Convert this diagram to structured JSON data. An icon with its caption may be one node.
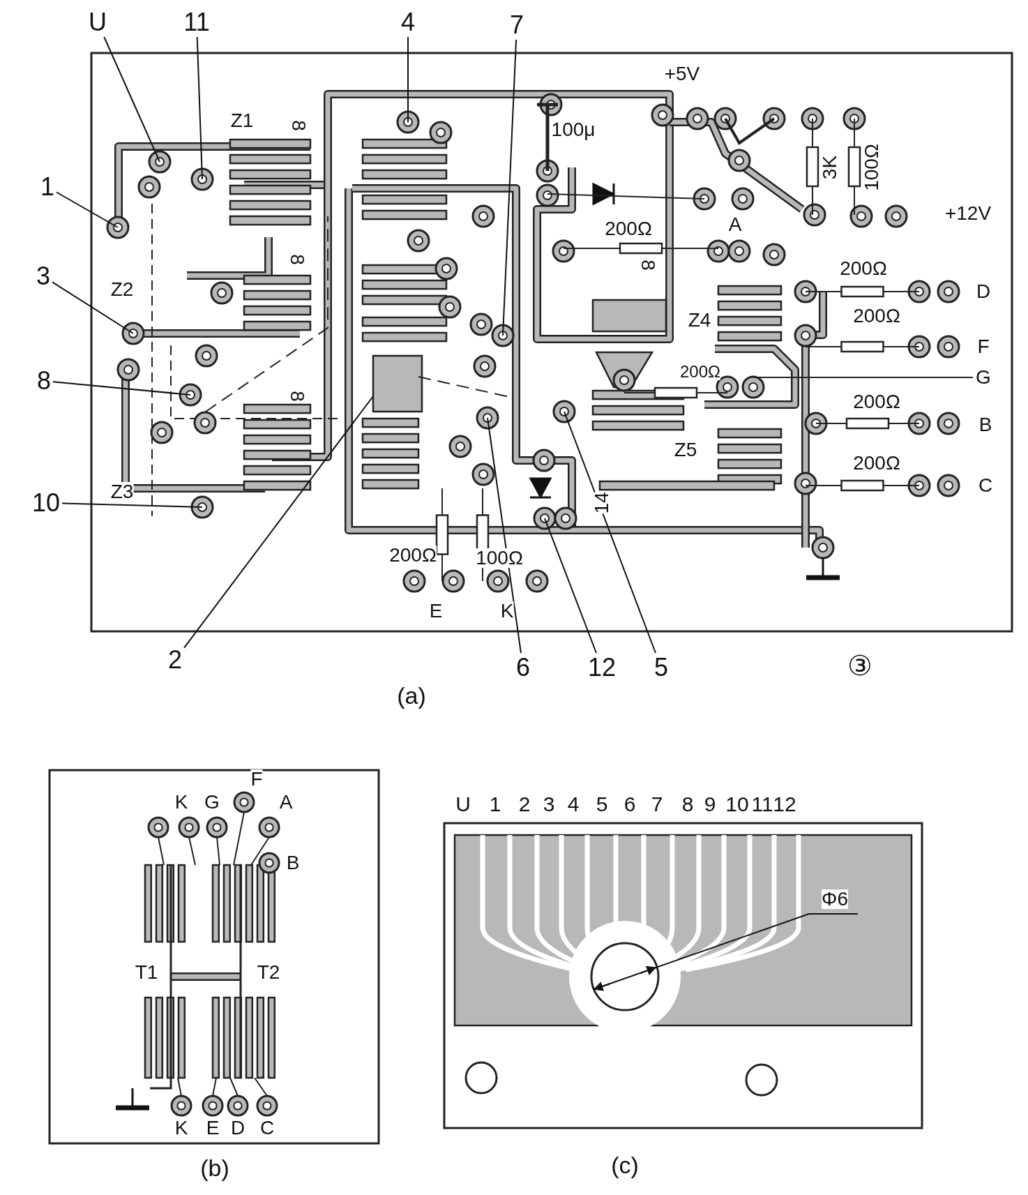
{
  "diagram": {
    "nodes": [
      {
        "text": [
          "U"
        ]
      },
      {
        "text": [
          "11"
        ]
      },
      {
        "text": [
          "4"
        ]
      },
      {
        "text": [
          "7"
        ]
      },
      {
        "text": [
          "1"
        ]
      },
      {
        "text": [
          "3"
        ]
      },
      {
        "text": [
          "8"
        ]
      },
      {
        "text": [
          "10"
        ]
      },
      {
        "text": [
          "2"
        ]
      },
      {
        "text": [
          "6"
        ]
      },
      {
        "text": [
          "12"
        ]
      },
      {
        "text": [
          "5"
        ]
      }
    ],
    "edges": [
      {
        "from": 0,
        "to": null,
        "arrow": "none"
      },
      {
        "from": 1,
        "to": null,
        "arrow": "none"
      },
      {
        "from": 2,
        "to": null,
        "arrow": "none"
      },
      {
        "from": 3,
        "to": null,
        "arrow": "none"
      },
      {
        "from": 4,
        "to": null,
        "arrow": "none"
      },
      {
        "from": 5,
        "to": null,
        "arrow": "none"
      },
      {
        "from": 6,
        "to": null,
        "arrow": "none"
      },
      {
        "from": 7,
        "to": null,
        "arrow": "none"
      },
      {
        "from": 8,
        "to": null,
        "arrow": "none"
      },
      {
        "from": 9,
        "to": null,
        "arrow": "none"
      },
      {
        "from": 10,
        "to": null,
        "arrow": "none"
      },
      {
        "from": 11,
        "to": null,
        "arrow": "none"
      }
    ],
    "labels": [
      "+5V",
      "Z1",
      "8",
      "100μ",
      "3K",
      "100Ω",
      "+12V",
      "200Ω",
      "A",
      "8",
      "8",
      "Z2",
      "200Ω",
      "D",
      "Z4",
      "200Ω",
      "F",
      "200Ω",
      "G",
      "8",
      "200Ω",
      "B",
      "Z5",
      "200Ω",
      "C",
      "Z3",
      "14",
      "200Ω",
      "100Ω",
      "E",
      "K",
      "③",
      "(a)",
      "K",
      "G",
      "F",
      "A",
      "B",
      "T1",
      "T2",
      "K",
      "E",
      "D",
      "C",
      "(b)",
      "U",
      "1",
      "2",
      "3",
      "4",
      "5",
      "6",
      "7",
      "8",
      "9",
      "10",
      "11",
      "12",
      "Φ6",
      "(c)"
    ]
  }
}
